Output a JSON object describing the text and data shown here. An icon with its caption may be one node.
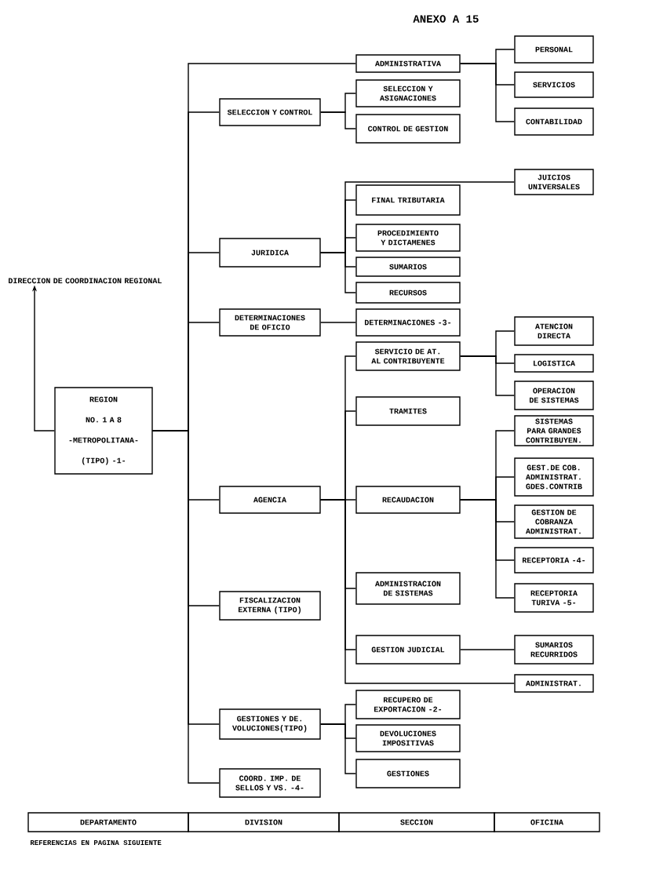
{
  "diagram": {
    "title": "ANEXO A 15",
    "nodes": [
      {
        "text": [
          "REGION",
          "NO. 1 A 8",
          "-METROPOLITANA-",
          "(TIPO) -1-"
        ]
      },
      {
        "text": [
          "DIRECCION DE COORDINACION REGIONAL"
        ]
      },
      {
        "text": [
          "SELECCION Y CONTROL"
        ]
      },
      {
        "text": [
          "JURIDICA"
        ]
      },
      {
        "text": [
          "DETERMINACIONES DE OFICIO"
        ]
      },
      {
        "text": [
          "AGENCIA"
        ]
      },
      {
        "text": [
          "FISCALIZACION EXTERNA (TIPO)"
        ]
      },
      {
        "text": [
          "GESTIONES Y DE. VOLUCIONES(TIPO)"
        ]
      },
      {
        "text": [
          "COORD. IMP. DE SELLOS Y VS. -4-"
        ]
      },
      {
        "text": [
          "ADMINISTRATIVA"
        ]
      },
      {
        "text": [
          "SELECCION Y ASIGNACIONES"
        ]
      },
      {
        "text": [
          "CONTROL DE GESTION"
        ]
      },
      {
        "text": [
          "FINAL TRIBUTARIA"
        ]
      },
      {
        "text": [
          "PROCEDIMIENTO Y DICTAMENES"
        ]
      },
      {
        "text": [
          "SUMARIOS"
        ]
      },
      {
        "text": [
          "RECURSOS"
        ]
      },
      {
        "text": [
          "DETERMINACIONES -3-"
        ]
      },
      {
        "text": [
          "SERVICIO DE AT. AL CONTRIBUYENTE"
        ]
      },
      {
        "text": [
          "TRAMITES"
        ]
      },
      {
        "text": [
          "RECAUDACION"
        ]
      },
      {
        "text": [
          "ADMINISTRACION DE SISTEMAS"
        ]
      },
      {
        "text": [
          "GESTION JUDICIAL"
        ]
      },
      {
        "text": [
          "RECUPERO DE EXPORTACION -2-"
        ]
      },
      {
        "text": [
          "DEVOLUCIONES IMPOSITIVAS"
        ]
      },
      {
        "text": [
          "GESTIONES"
        ]
      },
      {
        "text": [
          "PERSONAL"
        ]
      },
      {
        "text": [
          "SERVICIOS"
        ]
      },
      {
        "text": [
          "CONTABILIDAD"
        ]
      },
      {
        "text": [
          "JUICIOS UNIVERSALES"
        ]
      },
      {
        "text": [
          "ATENCION DIRECTA"
        ]
      },
      {
        "text": [
          "LOGISTICA"
        ]
      },
      {
        "text": [
          "OPERACION DE SISTEMAS"
        ]
      },
      {
        "text": [
          "SISTEMAS PARA GRANDES CONTRIBUYEN."
        ]
      },
      {
        "text": [
          "GEST.DE COB. ADMINISTRAT. GDES.CONTRIB"
        ]
      },
      {
        "text": [
          "GESTION DE COBRANZA ADMINISTRAT."
        ]
      },
      {
        "text": [
          "RECEPTORIA -4-"
        ]
      },
      {
        "text": [
          "RECEPTORIA TURIVA -5-"
        ]
      },
      {
        "text": [
          "SUMARIOS RECURRIDOS"
        ]
      },
      {
        "text": [
          "ADMINISTRAT."
        ]
      }
    ],
    "edges": [
      {
        "from": 0,
        "to": 1,
        "arrow": "to"
      },
      {
        "from": 0,
        "to": 9,
        "arrow": "none"
      },
      {
        "from": 0,
        "to": 2,
        "arrow": "none"
      },
      {
        "from": 0,
        "to": 3,
        "arrow": "none"
      },
      {
        "from": 0,
        "to": 4,
        "arrow": "none"
      },
      {
        "from": 0,
        "to": 5,
        "arrow": "none"
      },
      {
        "from": 0,
        "to": 6,
        "arrow": "none"
      },
      {
        "from": 0,
        "to": 7,
        "arrow": "none"
      },
      {
        "from": 0,
        "to": 8,
        "arrow": "none"
      },
      {
        "from": 9,
        "to": 25,
        "arrow": "none"
      },
      {
        "from": 9,
        "to": 26,
        "arrow": "none"
      },
      {
        "from": 9,
        "to": 27,
        "arrow": "none"
      },
      {
        "from": 2,
        "to": 10,
        "arrow": "none"
      },
      {
        "from": 2,
        "to": 11,
        "arrow": "none"
      },
      {
        "from": 3,
        "to": 28,
        "arrow": "none"
      },
      {
        "from": 3,
        "to": 12,
        "arrow": "none"
      },
      {
        "from": 3,
        "to": 13,
        "arrow": "none"
      },
      {
        "from": 3,
        "to": 14,
        "arrow": "none"
      },
      {
        "from": 3,
        "to": 15,
        "arrow": "none"
      },
      {
        "from": 4,
        "to": 16,
        "arrow": "none"
      },
      {
        "from": 5,
        "to": 17,
        "arrow": "none"
      },
      {
        "from": 5,
        "to": 18,
        "arrow": "none"
      },
      {
        "from": 5,
        "to": 19,
        "arrow": "none"
      },
      {
        "from": 5,
        "to": 20,
        "arrow": "none"
      },
      {
        "from": 5,
        "to": 21,
        "arrow": "none"
      },
      {
        "from": 5,
        "to": 38,
        "arrow": "none"
      },
      {
        "from": 17,
        "to": 29,
        "arrow": "none"
      },
      {
        "from": 17,
        "to": 30,
        "arrow": "none"
      },
      {
        "from": 17,
        "to": 31,
        "arrow": "none"
      },
      {
        "from": 19,
        "to": 32,
        "arrow": "none"
      },
      {
        "from": 19,
        "to": 33,
        "arrow": "none"
      },
      {
        "from": 19,
        "to": 34,
        "arrow": "none"
      },
      {
        "from": 19,
        "to": 35,
        "arrow": "none"
      },
      {
        "from": 19,
        "to": 36,
        "arrow": "none"
      },
      {
        "from": 21,
        "to": 37,
        "arrow": "none"
      },
      {
        "from": 7,
        "to": 22,
        "arrow": "none"
      },
      {
        "from": 7,
        "to": 23,
        "arrow": "none"
      },
      {
        "from": 7,
        "to": 24,
        "arrow": "none"
      }
    ],
    "labels": [
      "DEPARTAMENTO",
      "DIVISION",
      "SECCION",
      "OFICINA",
      "REFERENCIAS EN PAGINA SIGUIENTE"
    ]
  }
}
